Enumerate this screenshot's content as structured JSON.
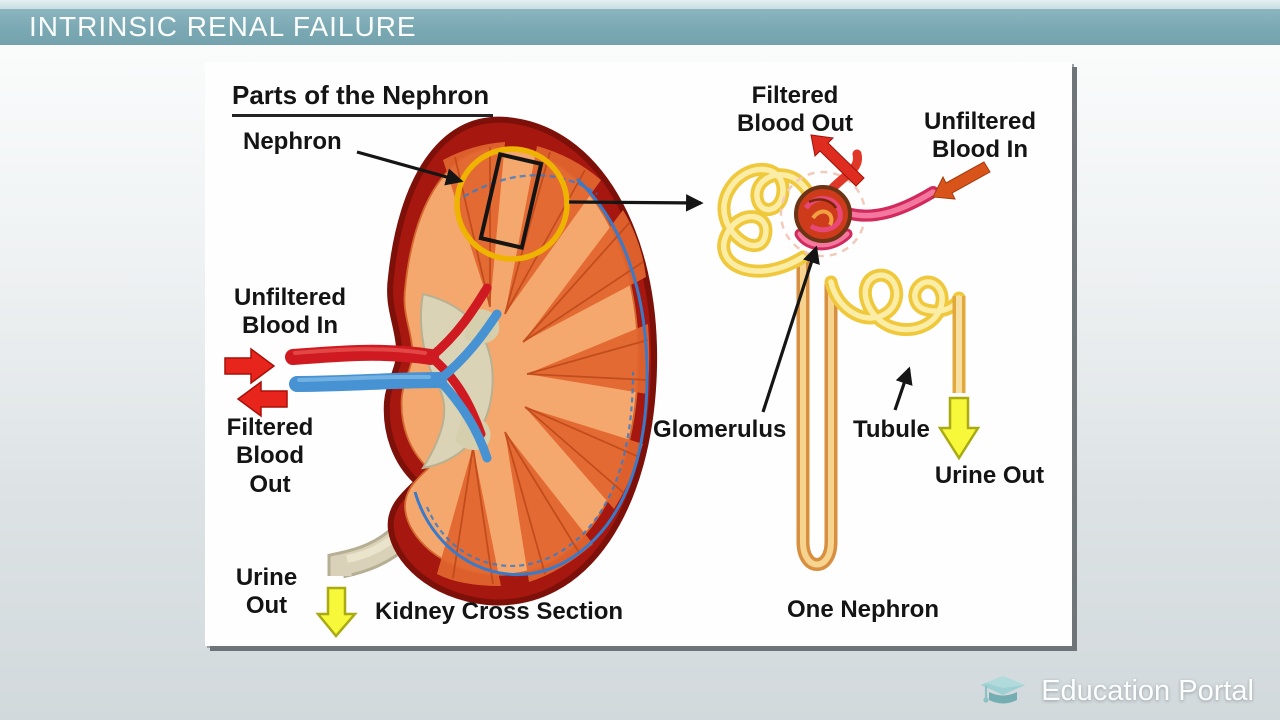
{
  "header": {
    "title": "INTRINSIC RENAL FAILURE"
  },
  "panel": {
    "title": "Parts of the Nephron",
    "kidney": {
      "nephron_label": "Nephron",
      "unfiltered_blood_in": [
        "Unfiltered",
        "Blood In"
      ],
      "filtered_blood_out": [
        "Filtered",
        "Blood",
        "Out"
      ],
      "urine_out": [
        "Urine",
        "Out"
      ],
      "caption": "Kidney Cross Section"
    },
    "nephron": {
      "filtered_blood_out": [
        "Filtered",
        "Blood Out"
      ],
      "unfiltered_blood_in": [
        "Unfiltered",
        "Blood In"
      ],
      "glomerulus_label": "Glomerulus",
      "tubule_label": "Tubule",
      "urine_out": "Urine Out",
      "caption": "One Nephron"
    }
  },
  "branding": {
    "name": "Education Portal"
  },
  "colors": {
    "header_bar": "#7aa8b3",
    "panel_bg": "#fefefe",
    "highlight_circle": "#efb301",
    "arrow_red": "#e8251d",
    "arrow_orange": "#d9541b",
    "arrow_yellow": "#f8f83a",
    "kidney_outer": "#a5170f",
    "kidney_cortex": "#f4a86d",
    "renal_artery": "#ce1a20",
    "renal_vein": "#4792d2",
    "tubule_yellow": "#f0c83c",
    "glomerulus_red": "#cd3b1b",
    "vessel_pink": "#d22a5c",
    "brand_teal": "#9ecfd2"
  }
}
